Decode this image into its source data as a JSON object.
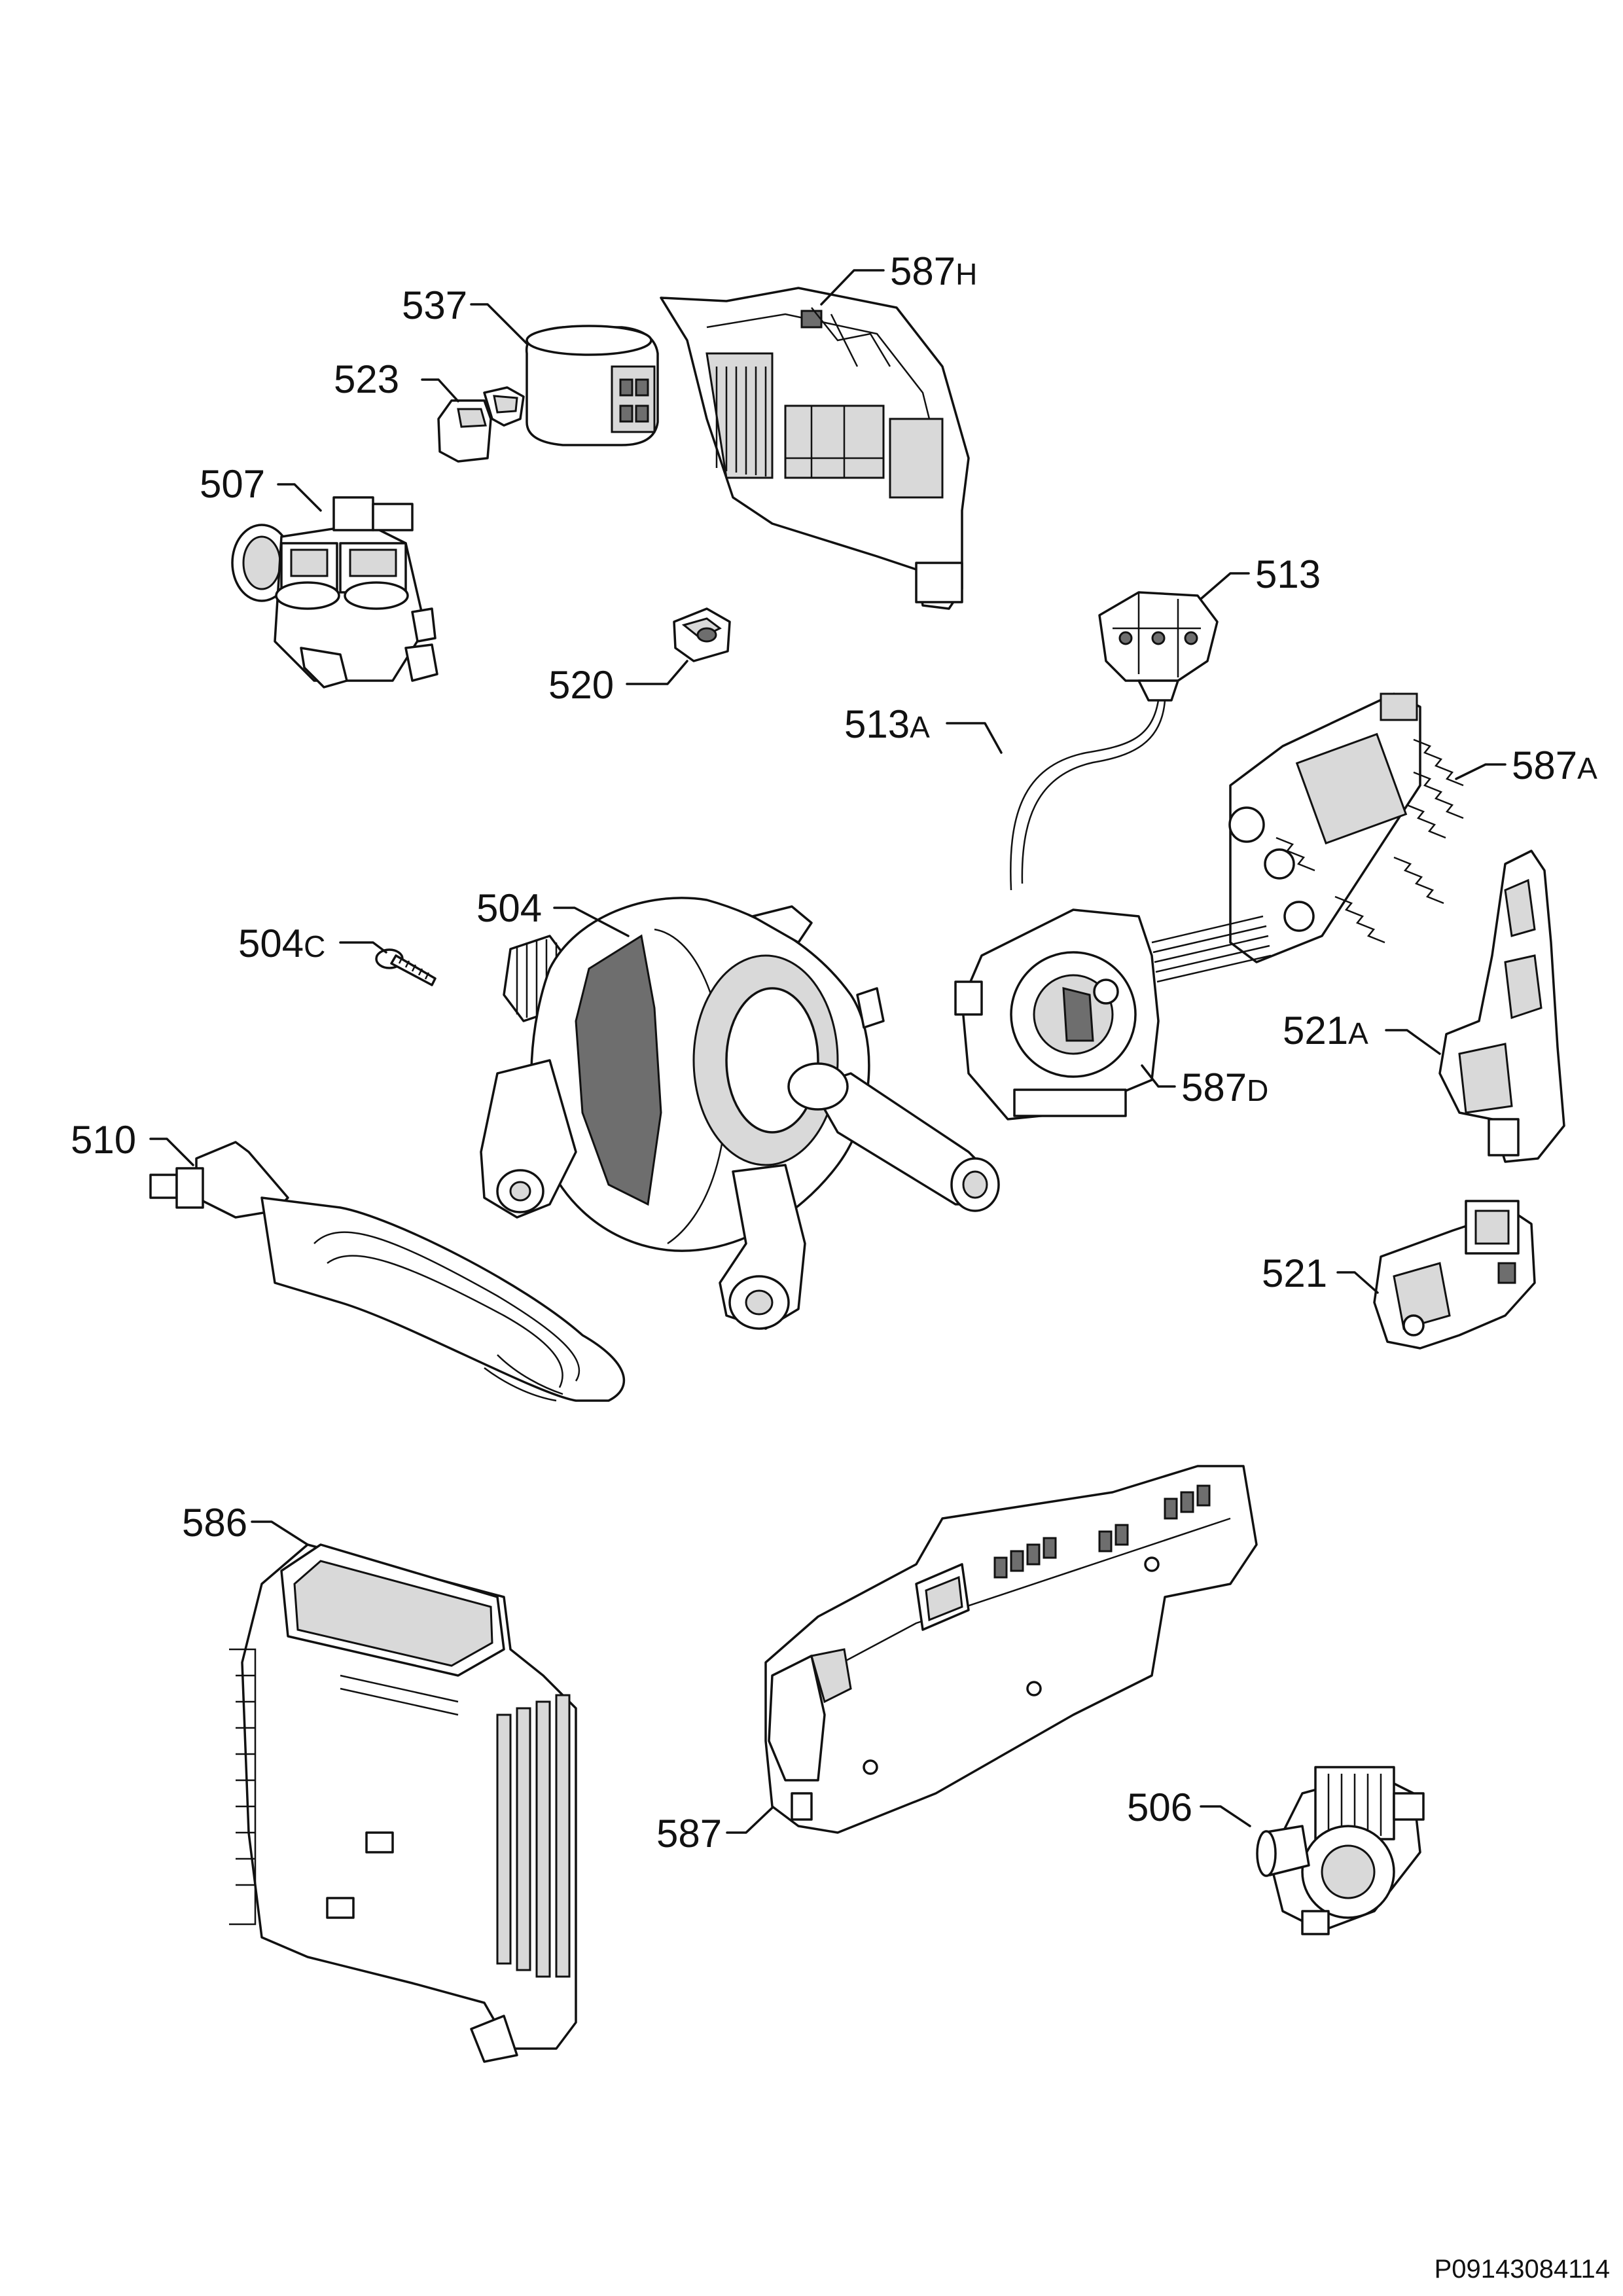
{
  "labels": {
    "p537": "537",
    "p587h": {
      "num": "587",
      "suffix": "H"
    },
    "p523": "523",
    "p507": "507",
    "p520": "520",
    "p513": "513",
    "p513a": {
      "num": "513",
      "suffix": "A"
    },
    "p587a": {
      "num": "587",
      "suffix": "A"
    },
    "p504": "504",
    "p504c": {
      "num": "504",
      "suffix": "C"
    },
    "p587d": {
      "num": "587",
      "suffix": "D"
    },
    "p521a": {
      "num": "521",
      "suffix": "A"
    },
    "p510": "510",
    "p521": "521",
    "p586": "586",
    "p587": "587",
    "p506": "506"
  },
  "drawing_code": "P09143084114"
}
